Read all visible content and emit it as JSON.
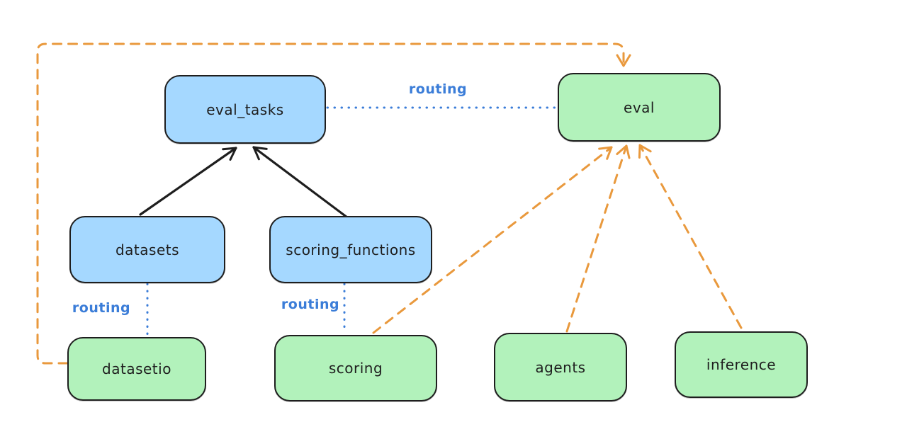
{
  "diagram": {
    "title": "",
    "colors": {
      "api_node_fill": "#a5d8ff",
      "provider_node_fill": "#b2f2bb",
      "node_stroke": "#1e1e1e",
      "routing_line": "#3b7dd8",
      "dashed_arrow": "#e9993d",
      "solid_arrow": "#1e1e1e",
      "background": "#ffffff"
    },
    "nodes": [
      {
        "id": "eval_tasks",
        "label": "eval_tasks",
        "type": "api"
      },
      {
        "id": "eval",
        "label": "eval",
        "type": "provider"
      },
      {
        "id": "datasets",
        "label": "datasets",
        "type": "api"
      },
      {
        "id": "scoring_functions",
        "label": "scoring_functions",
        "type": "api"
      },
      {
        "id": "datasetio",
        "label": "datasetio",
        "type": "provider"
      },
      {
        "id": "scoring",
        "label": "scoring",
        "type": "provider"
      },
      {
        "id": "agents",
        "label": "agents",
        "type": "provider"
      },
      {
        "id": "inference",
        "label": "inference",
        "type": "provider"
      }
    ],
    "edges": [
      {
        "from": "datasets",
        "to": "eval_tasks",
        "style": "solid-arrow",
        "color": "#1e1e1e",
        "label": ""
      },
      {
        "from": "scoring_functions",
        "to": "eval_tasks",
        "style": "solid-arrow",
        "color": "#1e1e1e",
        "label": ""
      },
      {
        "from": "eval_tasks",
        "to": "eval",
        "style": "dotted-line",
        "color": "#3b7dd8",
        "label": "routing"
      },
      {
        "from": "datasets",
        "to": "datasetio",
        "style": "dotted-line",
        "color": "#3b7dd8",
        "label": "routing"
      },
      {
        "from": "scoring_functions",
        "to": "scoring",
        "style": "dotted-line",
        "color": "#3b7dd8",
        "label": "routing"
      },
      {
        "from": "datasetio",
        "to": "eval",
        "style": "dashed-arrow",
        "color": "#e9993d",
        "label": ""
      },
      {
        "from": "scoring",
        "to": "eval",
        "style": "dashed-arrow",
        "color": "#e9993d",
        "label": ""
      },
      {
        "from": "agents",
        "to": "eval",
        "style": "dashed-arrow",
        "color": "#e9993d",
        "label": ""
      },
      {
        "from": "inference",
        "to": "eval",
        "style": "dashed-arrow",
        "color": "#e9993d",
        "label": ""
      }
    ]
  }
}
